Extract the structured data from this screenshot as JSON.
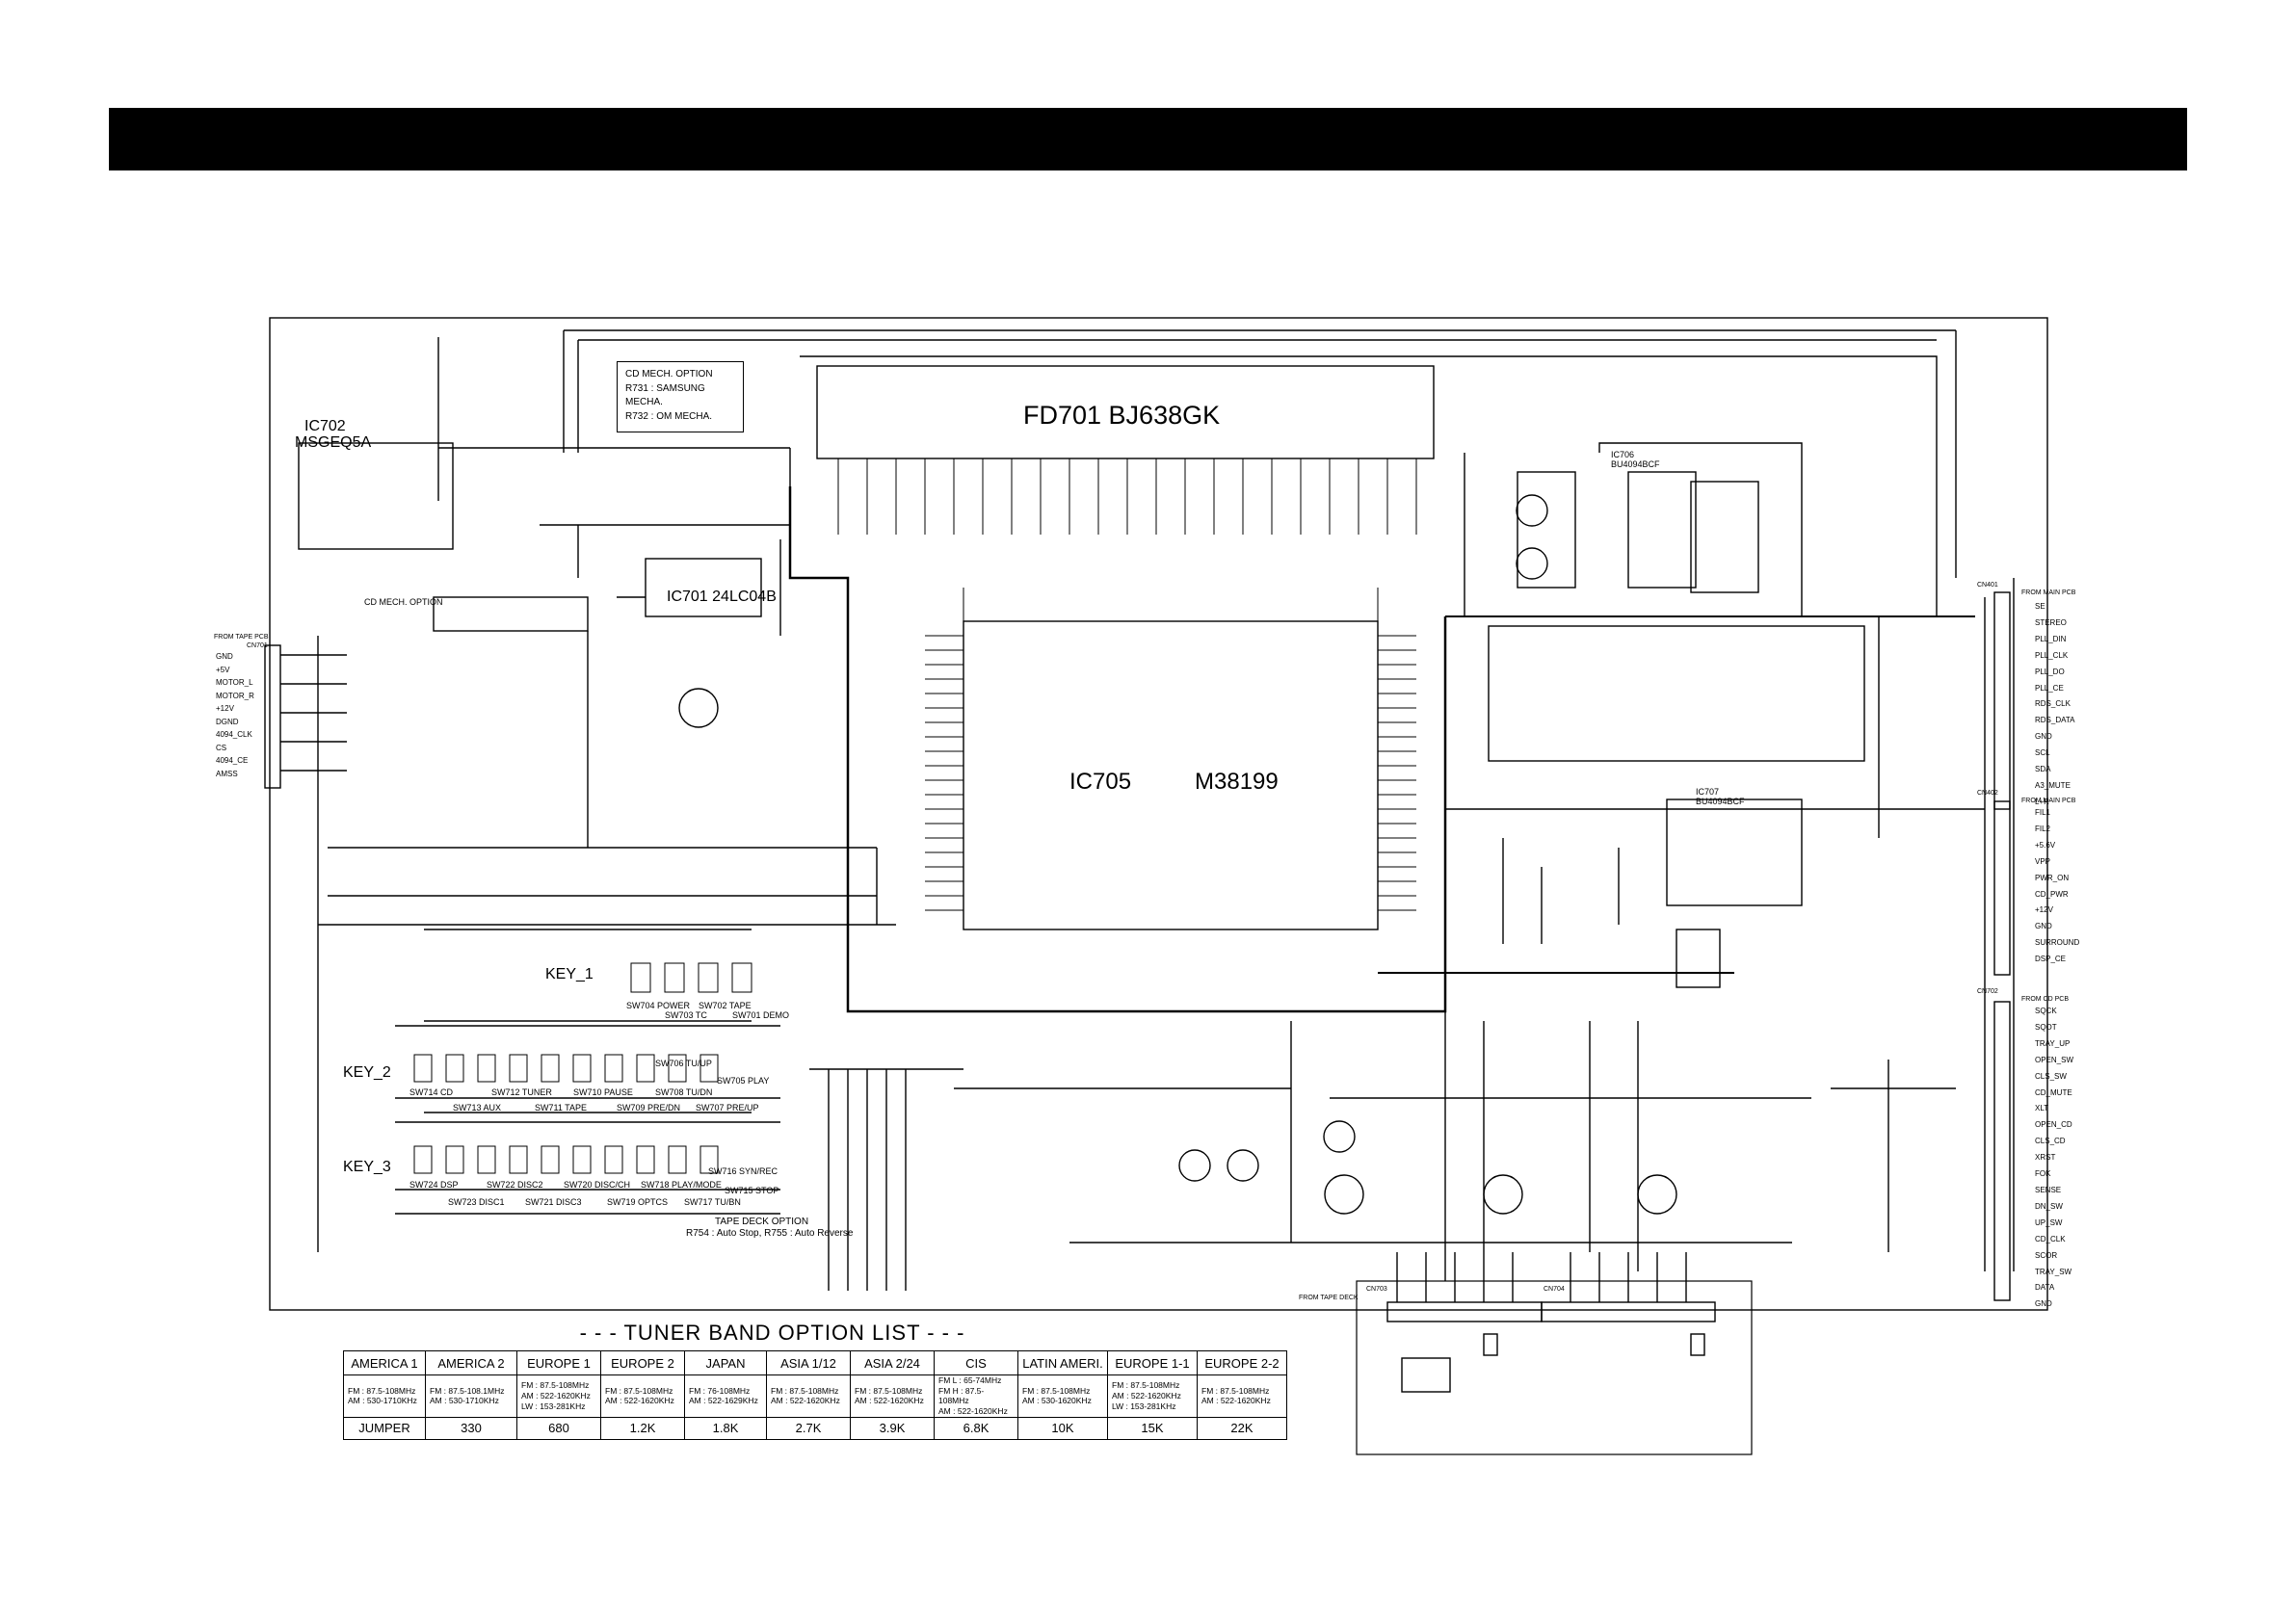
{
  "header_bar": {
    "color": "#000000"
  },
  "chips": {
    "fd701": "FD701  BJ638GK",
    "ic705": "IC705",
    "ic705_part": "M38199",
    "ic702": "IC702",
    "ic702_part": "MSGEQ5A",
    "ic701": "IC701 24LC04B",
    "ic706": "IC706",
    "ic706_part": "BU4094BCF",
    "ic707": "IC707",
    "ic707_part": "BU4094BCF"
  },
  "cd_mech_option": {
    "title": "CD MECH. OPTION",
    "lines": [
      "R731 : SAMSUNG MECHA.",
      "R732 : OM MECHA."
    ],
    "small_label": "CD MECH. OPTION"
  },
  "keys": {
    "key1": "KEY_1",
    "key2": "KEY_2",
    "key3": "KEY_3"
  },
  "switches": {
    "row1": [
      "SW704 POWER",
      "SW703 TC",
      "SW702 TAPE",
      "SW701 DEMO"
    ],
    "row2": [
      "SW714 CD",
      "SW713 AUX",
      "SW712 TUNER",
      "SW711 TAPE",
      "SW710 PAUSE",
      "SW709 PRE/DN",
      "SW708 TU/DN",
      "SW707 PRE/UP",
      "SW706 TU/UP",
      "SW705 PLAY"
    ],
    "row3": [
      "SW724 DSP",
      "SW723 DISC1",
      "SW722 DISC2",
      "SW721 DISC3",
      "SW720 DISC/CH",
      "SW719 OPTCS",
      "SW718 PLAY/MODE",
      "SW717 TU/BN",
      "SW716 SYN/REC",
      "SW715 STOP"
    ]
  },
  "tape_deck_option": {
    "title": "TAPE DECK OPTION",
    "line": "R754 : Auto Stop, R755 : Auto Reverse"
  },
  "connectors": {
    "cn701": {
      "title": "FROM TAPE PCB",
      "name": "CN701",
      "pins": [
        "GND",
        "+5V",
        "MOTOR_L",
        "MOTOR_R",
        "+12V",
        "DGND",
        "4094_CLK",
        "CS",
        "4094_CE",
        "AMSS"
      ]
    },
    "cn401": {
      "title": "FROM MAIN PCB",
      "name": "CN401",
      "pins": [
        "SE",
        "STEREO",
        "PLL_DIN",
        "PLL_CLK",
        "PLL_DO",
        "PLL_CE",
        "RDS_CLK",
        "RDS_DATA",
        "GND",
        "SCL",
        "SDA",
        "A3_MUTE",
        "L+R"
      ]
    },
    "cn402": {
      "title": "FROM MAIN PCB",
      "name": "CN402",
      "pins": [
        "FIL1",
        "FIL2",
        "+5.6V",
        "VPP",
        "PWR_ON",
        "CD_PWR",
        "+12V",
        "GND",
        "SURROUND",
        "DSP_CE"
      ]
    },
    "cn702": {
      "title": "FROM CD PCB",
      "name": "CN702",
      "pins": [
        "SQCK",
        "SQOT",
        "TRAY_UP",
        "OPEN_SW",
        "CLS_SW",
        "CD_MUTE",
        "XLT",
        "OPEN_CD",
        "CLS_CD",
        "XRST",
        "FOK",
        "SENSE",
        "DN_SW",
        "UP_SW",
        "CD_CLK",
        "SCOR",
        "TRAY_SW",
        "DATA",
        "GND"
      ]
    },
    "cn703": {
      "title": "FROM TAPE DECK",
      "name": "CN703"
    },
    "cn704": {
      "name": "CN704"
    }
  },
  "tuner": {
    "title": "- - - TUNER BAND OPTION LIST - - -",
    "headers": [
      "AMERICA 1",
      "AMERICA 2",
      "EUROPE 1",
      "EUROPE 2",
      "JAPAN",
      "ASIA 1/12",
      "ASIA 2/24",
      "CIS",
      "LATIN AMERI.",
      "EUROPE 1-1",
      "EUROPE 2-2"
    ],
    "info": [
      "FM : 87.5-108MHz\nAM : 530-1710KHz",
      "FM : 87.5-108.1MHz\nAM : 530-1710KHz",
      "FM : 87.5-108MHz\nAM : 522-1620KHz\nLW : 153-281KHz",
      "FM : 87.5-108MHz\nAM : 522-1620KHz",
      "FM : 76-108MHz\nAM : 522-1629KHz",
      "FM : 87.5-108MHz\nAM : 522-1620KHz",
      "FM : 87.5-108MHz\nAM : 522-1620KHz",
      "FM L : 65-74MHz\nFM H : 87.5-108MHz\nAM : 522-1620KHz",
      "FM : 87.5-108MHz\nAM : 530-1620KHz",
      "FM : 87.5-108MHz\nAM : 522-1620KHz\nLW : 153-281KHz",
      "FM : 87.5-108MHz\nAM : 522-1620KHz"
    ],
    "jumper_label": "JUMPER",
    "jumpers": [
      "330",
      "680",
      "1.2K",
      "1.8K",
      "2.7K",
      "3.9K",
      "6.8K",
      "10K",
      "15K",
      "22K"
    ]
  }
}
